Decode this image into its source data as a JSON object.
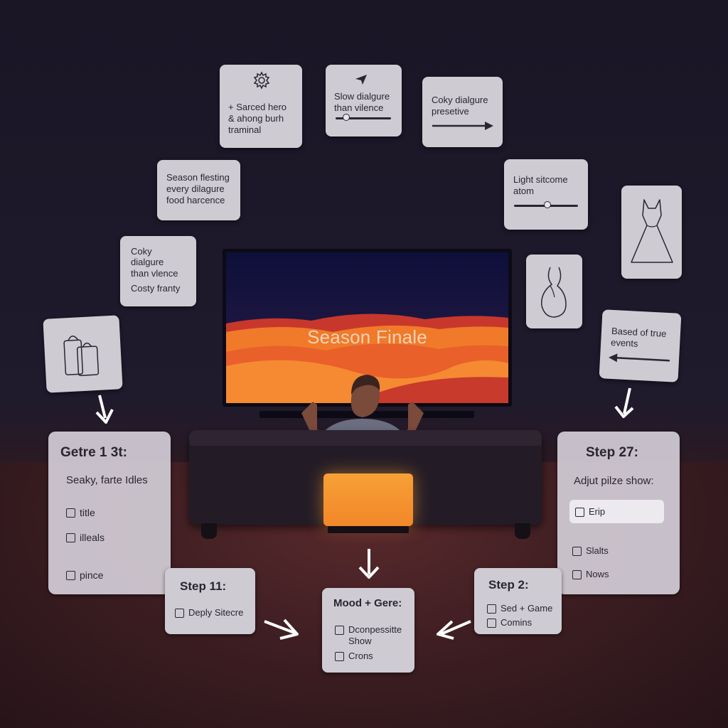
{
  "tv": {
    "title": "Season Finale"
  },
  "cards": {
    "hero": {
      "text": "+ Sarced hero\n& ahong burh\ntraminal"
    },
    "slow": {
      "text": "Slow dialgure\nthan vilence"
    },
    "coky_top": {
      "text": "Coky dialgure\npresetive"
    },
    "season": {
      "text": "Season flesting\nevery dilagure\nfood harcence"
    },
    "light": {
      "text": "Light sitcome\natom"
    },
    "coky_left": {
      "line1": "Coky",
      "line2": "dialgure\nthan vlence",
      "line3": "Costy franty"
    },
    "based": {
      "text": "Based of true\nevents"
    }
  },
  "panels": {
    "genre": {
      "title": "Getre 1 3t:",
      "subtitle": "Seaky, farte Idles",
      "items": [
        "title",
        "illeals",
        "pince"
      ]
    },
    "step27": {
      "title": "Step 27:",
      "subtitle": "Adjut pilze show:",
      "items": [
        "Erip",
        "Slalts",
        "Nows"
      ]
    },
    "step11": {
      "title": "Step 11:",
      "items": [
        "Deply Sitecre"
      ]
    },
    "mood": {
      "title": "Mood + Gere:",
      "items": [
        "Dconpessitte\nShow",
        "Crons"
      ]
    },
    "step2": {
      "title": "Step 2:",
      "items": [
        "Sed + Game",
        "Comins"
      ]
    }
  },
  "icons": [
    "gear-icon",
    "send-icon",
    "bag-icon",
    "vase-icon",
    "dress-icon",
    "arrow-right-icon",
    "arrow-left-icon",
    "arrow-down-icon"
  ],
  "colors": {
    "card": "#cfcbd3",
    "ink": "#2a2630",
    "sunset_orange": "#f07a2a",
    "sunset_red": "#c8372c",
    "glow": "#f59a35"
  }
}
